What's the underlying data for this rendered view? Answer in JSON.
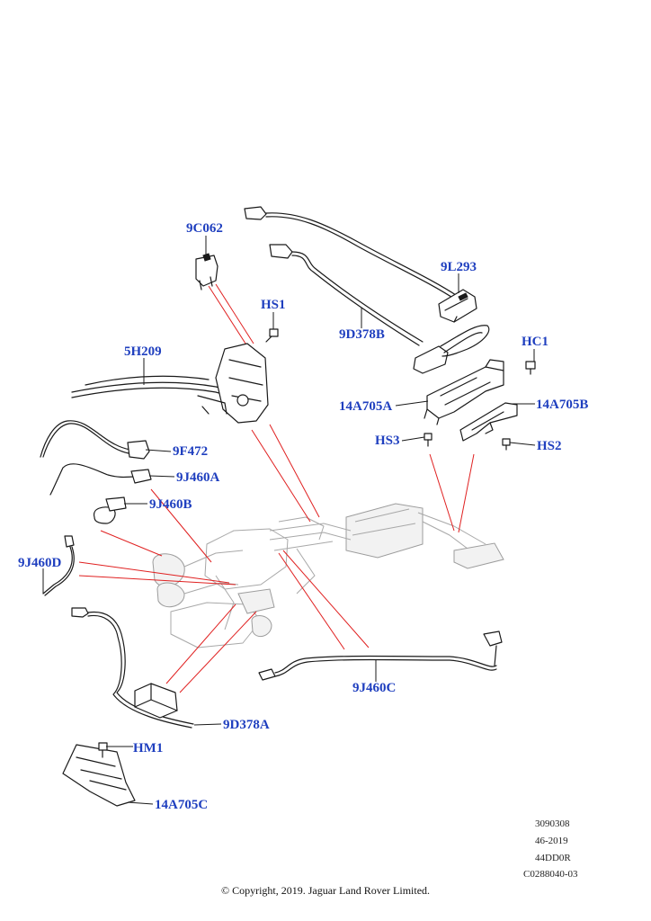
{
  "colors": {
    "callout_text": "#1f3fbf",
    "reference_line": "#e02020",
    "part_outline": "#1a1a1a",
    "assembly_ghost": "#a8a8a8",
    "background": "#ffffff"
  },
  "callouts": {
    "c_9C062": "9C062",
    "c_HS1": "HS1",
    "c_5H209": "5H209",
    "c_9L293": "9L293",
    "c_9D378B": "9D378B",
    "c_HC1": "HC1",
    "c_14A705A": "14A705A",
    "c_14A705B": "14A705B",
    "c_HS3": "HS3",
    "c_HS2": "HS2",
    "c_9F472": "9F472",
    "c_9J460A": "9J460A",
    "c_9J460B": "9J460B",
    "c_9J460D": "9J460D",
    "c_9J460C": "9J460C",
    "c_9D378A": "9D378A",
    "c_HM1": "HM1",
    "c_14A705C": "14A705C"
  },
  "reference_block": {
    "line1": "3090308",
    "line2": "46-2019",
    "line3": "44DD0R",
    "line4": "C0288040-03"
  },
  "footer": {
    "copyright": "© Copyright, 2019. Jaguar Land Rover Limited."
  }
}
